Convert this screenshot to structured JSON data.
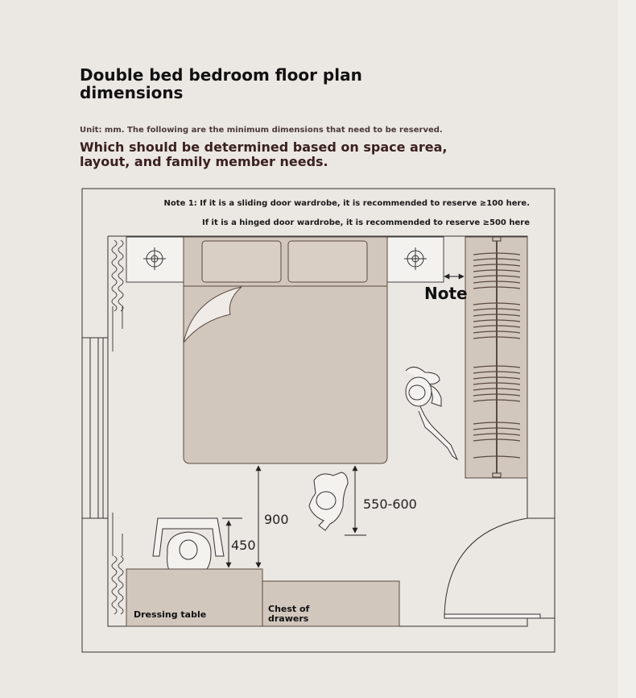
{
  "heading": {
    "title": "Double bed bedroom floor plan dimensions",
    "unit_note": "Unit: mm. The following are the minimum dimensions that need to be reserved.",
    "subtitle": "Which should be determined based on space area, layout, and family member needs."
  },
  "plan": {
    "note_line1": "Note 1: If it is a sliding door wardrobe, it is recommended to reserve ≥100 here.",
    "note_line2": "If it is a hinged door wardrobe, it is recommended to reserve ≥500 here",
    "note_marker": "Note",
    "dim_bed_to_table": "900",
    "dim_chair": "450",
    "dim_walkway": "550-600",
    "label_dressing_table": "Dressing table",
    "label_chest_line1": "Chest of",
    "label_chest_line2": "drawers"
  },
  "colors": {
    "background": "#ebe7e2",
    "furniture_fill": "#d2c7bd",
    "furniture_stroke": "#5a4a40",
    "line": "#222222"
  }
}
